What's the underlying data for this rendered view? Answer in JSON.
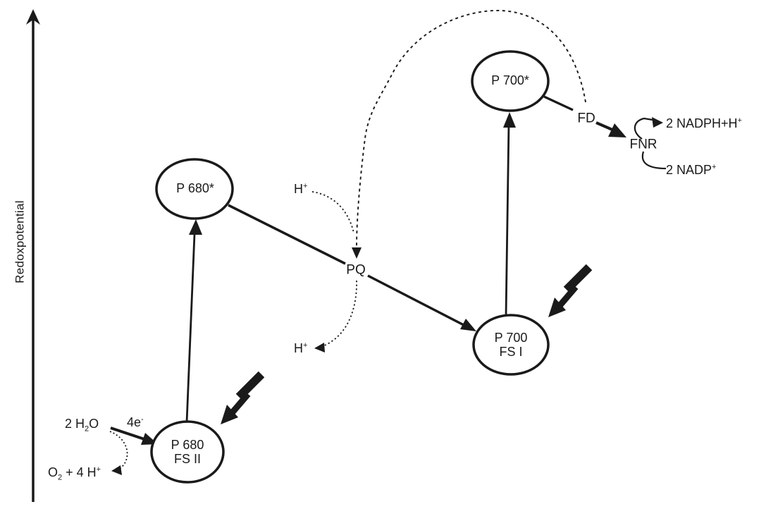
{
  "diagram": {
    "title_hint": "Z-scheme of photosynthetic light reactions",
    "colors": {
      "ink": "#1a1a1a",
      "background": "#ffffff"
    },
    "axis": {
      "label": "Redoxpotential"
    },
    "nodes": {
      "p680_excited": {
        "label": "P 680*"
      },
      "p680": {
        "line1": "P 680",
        "line2": "FS II"
      },
      "p700_excited": {
        "label": "P 700*"
      },
      "p700": {
        "line1": "P 700",
        "line2": "FS I"
      },
      "pq": {
        "label": "PQ"
      },
      "fd": {
        "label": "FD"
      },
      "fnr": {
        "label": "FNR"
      }
    },
    "labels": {
      "proton_top": {
        "base": "H",
        "sup": "+"
      },
      "proton_bottom": {
        "base": "H",
        "sup": "+"
      },
      "nadph": {
        "base": "2 NADPH+H",
        "sup": "+"
      },
      "nadp": {
        "base": "2 NADP",
        "sup": "+"
      },
      "water": {
        "pre": "2 H",
        "sub": "2",
        "post": "O"
      },
      "electrons": {
        "base": "4e",
        "sup": "-"
      },
      "oxygen": {
        "pre": "O",
        "sub": "2",
        "mid": " + 4 H",
        "sup": "+"
      }
    },
    "icons": {
      "lightning_count": 2
    }
  }
}
